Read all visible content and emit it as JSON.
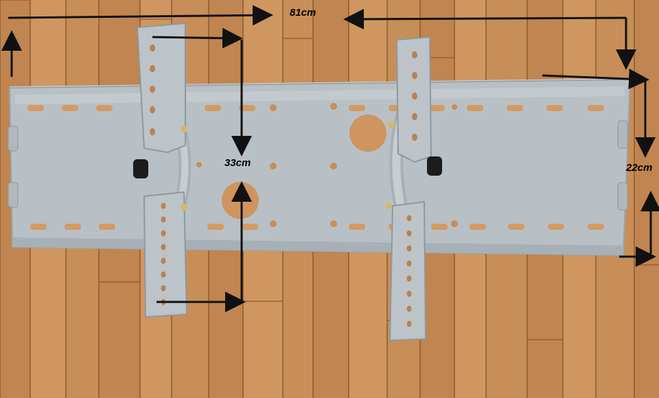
{
  "photo": {
    "subject": "tilting-tv-wall-mount-bracket",
    "colors": {
      "floor_light": "#c98f5a",
      "floor_dark": "#b07440",
      "metal": "#b9c1c6",
      "metal_shadow": "#9aa3a9",
      "hole": "#d09058",
      "arrow": "#111111"
    }
  },
  "dimensions": {
    "width": "81cm",
    "height": "22cm",
    "arm": "33cm"
  }
}
